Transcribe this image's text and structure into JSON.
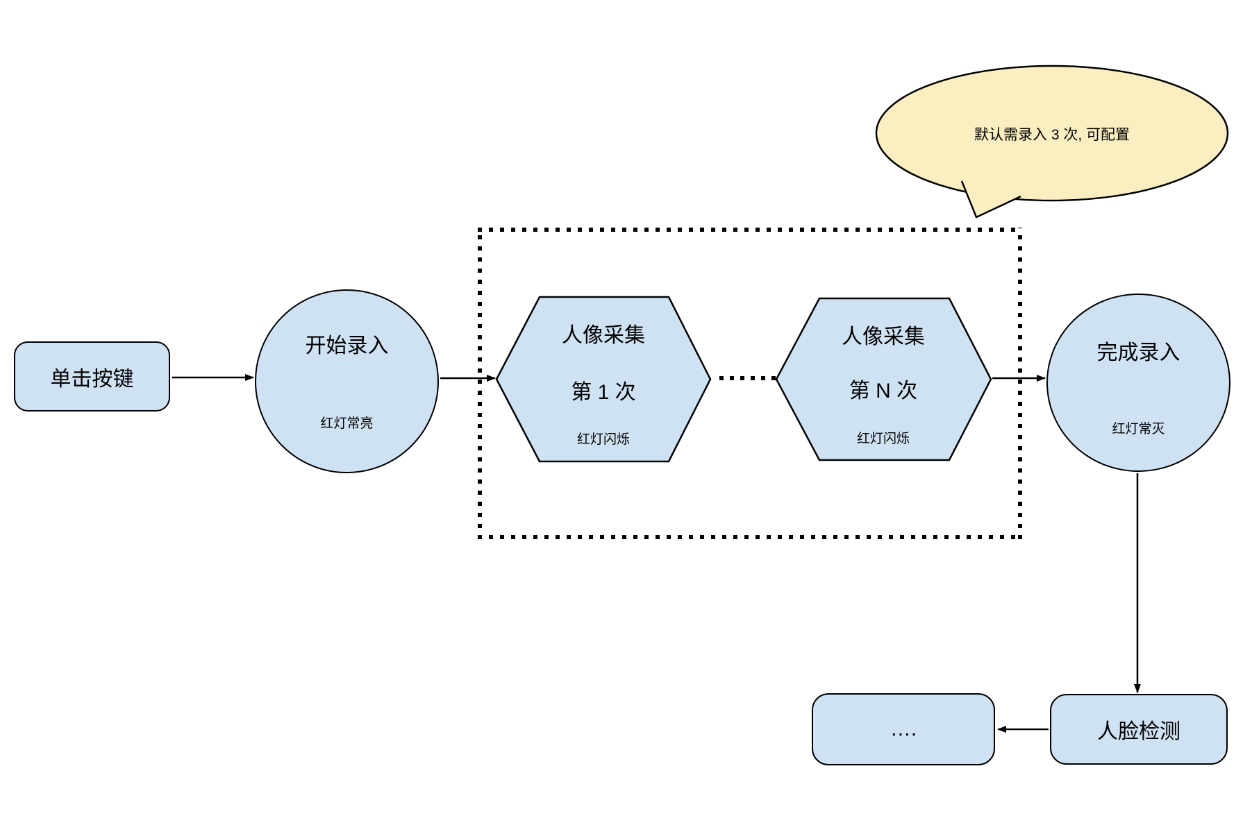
{
  "diagram": {
    "type": "flowchart",
    "nodes": {
      "click_button": {
        "label": "单击按键",
        "shape": "rounded-rect"
      },
      "start_record": {
        "title": "开始录入",
        "subtitle": "红灯常亮",
        "shape": "circle"
      },
      "capture_first": {
        "title": "人像采集",
        "line2": "第 1 次",
        "subtitle": "红灯闪烁",
        "shape": "hexagon"
      },
      "capture_nth": {
        "title": "人像采集",
        "line2": "第 N 次",
        "subtitle": "红灯闪烁",
        "shape": "hexagon"
      },
      "finish_record": {
        "title": "完成录入",
        "subtitle": "红灯常灭",
        "shape": "circle"
      },
      "face_detect": {
        "label": "人脸检测",
        "shape": "rounded-rect"
      },
      "continuation": {
        "label": "….",
        "shape": "rounded-rect"
      }
    },
    "callout": {
      "text": "默认需录入 3 次, 可配置"
    },
    "colors": {
      "node_fill": "#cfe2f3",
      "callout_fill": "#fbeec1",
      "stroke": "#000000",
      "background": "#ffffff"
    }
  }
}
